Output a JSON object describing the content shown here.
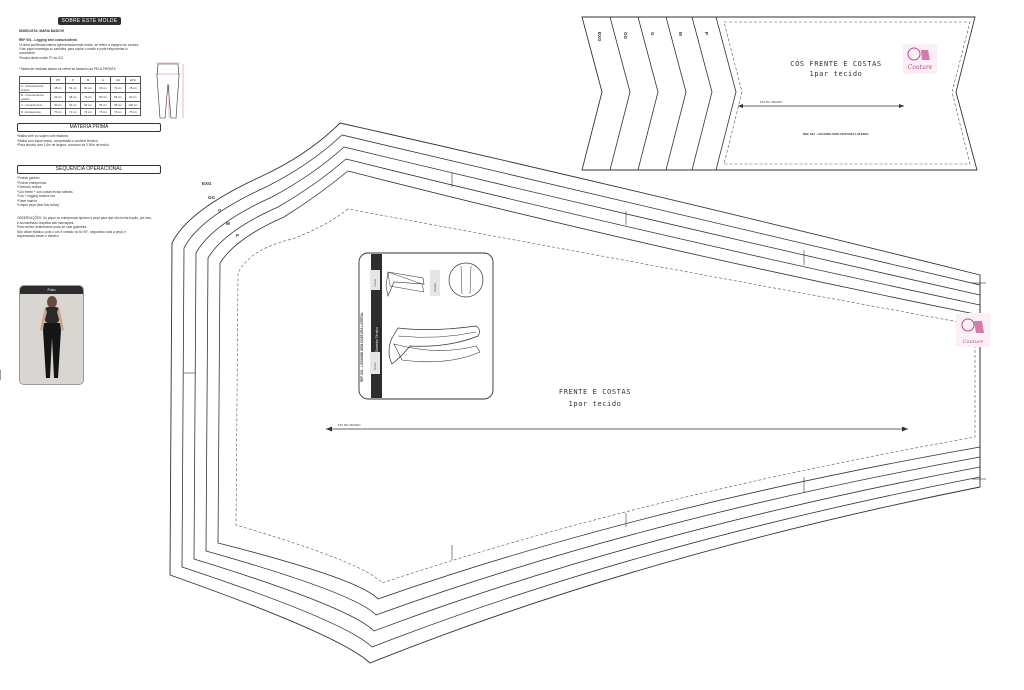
{
  "info": {
    "header": "SOBRE ESTE MOLDE",
    "model_line": "MODELISTA: MARIA BASICHI",
    "ref_line": "REF 001 - Legging sem costura lateral",
    "notes": [
      "*A linha pontilhada interna apresentada neste molde, se refere a margem de costura.",
      "*Use papel manteiga ou sanfolha, para copiar o molde e pode reaproveitar lo",
      "novamente.",
      "*Escala deste molde P1 ao GG."
    ],
    "table_title": "*Tabela de medidas abaixo se refere ao tamanho da PELA PRONTA",
    "table_sizes": [
      "PP",
      "P",
      "M",
      "G",
      "GG",
      "EXG"
    ],
    "table_rows": [
      {
        "label": "A - Circunferência cintura",
        "values": [
          "48 cm",
          "54 cm",
          "60 cm",
          "66 cm",
          "72 cm",
          "78 cm"
        ]
      },
      {
        "label": "B - Circunferência quadril",
        "values": [
          "62 cm",
          "68 cm",
          "74 cm",
          "80 cm",
          "86 cm",
          "92 cm"
        ]
      },
      {
        "label": "C - Comprimento",
        "values": [
          "90 cm",
          "92 cm",
          "94 cm",
          "96 cm",
          "98 cm",
          "100 cm"
        ]
      },
      {
        "label": "D - Entrepernas",
        "values": [
          "70 cm",
          "71 cm",
          "72 cm",
          "73 cm",
          "74 cm",
          "75 cm"
        ]
      }
    ]
  },
  "materia": {
    "header": "MATÉRIA PRIMA",
    "lines": [
      "*Malha cirrê ou suplex com elastano",
      "*Malha com toque macio, compressão e conforto térmico.",
      "*Para tecidos com 1,6m de largura, consumo de 0,90m de tecido."
    ]
  },
  "sequencia": {
    "header": "SEQUÊNCIA OPERACIONAL",
    "lines": [
      "*Fechar gancho",
      "*Fechar entrepernas",
      "*Overlock cintura",
      "*Cós frente + cós costas fechar laterais",
      "*Cós + legging costura cós",
      "*Fazer bainha",
      "*Limpar peça (tirar fios soltos)",
      "",
      "OBSERVAÇÕES: Os pique no entrepernas ajudam a peça para que não tenha torção, por isso,",
      "é aconselhado respeitar tais marcações.",
      "Para melhor acabamento pode-se usar galoneira.",
      "Não utilize elástico, pois o cós é cortado no fio 90°, segurando toda a peça, e",
      "dispensando assim o elástico."
    ]
  },
  "photo": {
    "label": "Foto"
  },
  "waistband": {
    "title": "CÓS FRENTE E COSTAS",
    "subtitle": "1par tecido",
    "grain": "FIO DO TECIDO",
    "ref": "REF 001 - LEGGING SEM COSTURA LATERAL",
    "sizes": [
      "EXG",
      "GG",
      "G",
      "M",
      "P"
    ]
  },
  "main_piece": {
    "title": "FRENTE E COSTAS",
    "subtitle": "1par tecido",
    "grain": "FIO DO TECIDO",
    "sizes": [
      "EXG",
      "GG",
      "G",
      "M",
      "P"
    ]
  },
  "tech_card": {
    "ref": "REF 001 - LEGGING SEM COSTURA LATERAL",
    "title": "Desenho Técnico",
    "back_label": "Costas",
    "front_label": "Frente",
    "detail_label": "Detalhe"
  },
  "logo": {
    "text": "Couture"
  },
  "colors": {
    "line": "#333333",
    "header_bg": "#2d2d2d",
    "logo": "#c2498a"
  }
}
